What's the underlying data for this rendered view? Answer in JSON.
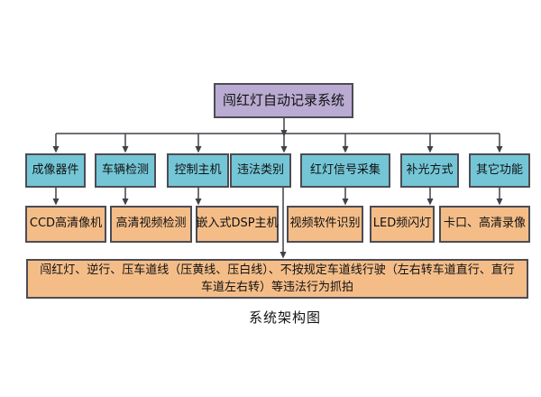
{
  "diagram": {
    "type": "flowchart",
    "title": "闯红灯自动记录系统",
    "caption": "系统架构图",
    "columns": [
      {
        "category": "成像器件",
        "detail": "CCD高清像机"
      },
      {
        "category": "车辆检测",
        "detail": "高清视频检测"
      },
      {
        "category": "控制主机",
        "detail": "嵌入式DSP主机"
      },
      {
        "category": "违法类别"
      },
      {
        "category": "红灯信号采集",
        "detail": "视频软件识别"
      },
      {
        "category": "补光方式",
        "detail": "LED频闪灯"
      },
      {
        "category": "其它功能",
        "detail": "卡口、高清录像"
      }
    ],
    "violation_note": "闯红灯、逆行、压车道线（压黄线、压白线）、不按规定车道线行驶（左右转车道直行、直行车道左右转）等违法行为抓拍",
    "colors": {
      "root_fill": "#b9abd2",
      "category_fill": "#74c6d6",
      "detail_fill": "#f4bd88",
      "border": "#4c4c54",
      "connector": "#404048",
      "background": "#ffffff"
    }
  }
}
